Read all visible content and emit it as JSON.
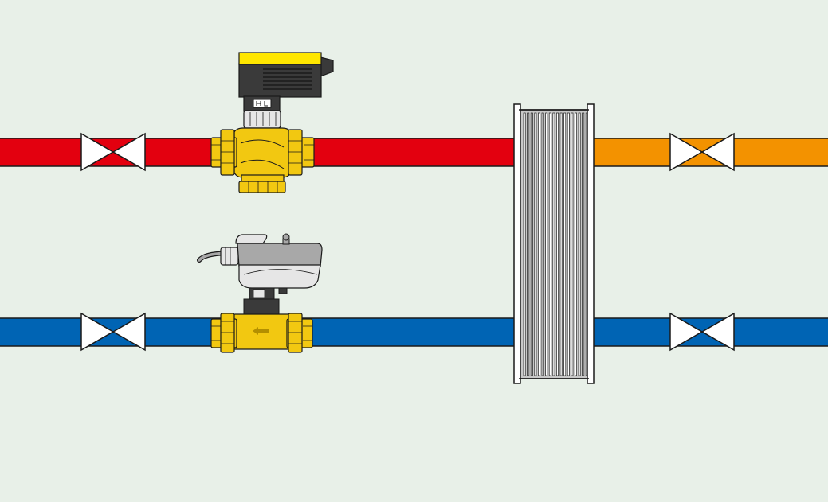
{
  "colors": {
    "background": "#e8f0e8",
    "hot_supply": "#e3000f",
    "warm_return": "#f39200",
    "cold": "#0064b4",
    "outline": "#1a1a1a",
    "brass": "#f2c811",
    "brass_dark": "#b38f00",
    "actuator_yellow": "#ffe600",
    "actuator_dark": "#3a3a3a",
    "actuator_grey": "#a8a8a8",
    "actuator_light": "#e6e6e6",
    "exchanger_plate": "#c8c8c8",
    "valve_fill": "#ffffff"
  },
  "components": {
    "pipes": [
      "hot-supply-pipe",
      "warm-return-pipe",
      "cold-pipe-left",
      "cold-pipe-right"
    ],
    "isolation_valves": [
      "isolation-valve-hot-left",
      "isolation-valve-warm-right",
      "isolation-valve-cold-left",
      "isolation-valve-cold-right"
    ],
    "control_valves": [
      "three-way-control-valve",
      "two-way-zone-valve"
    ],
    "exchanger": "plate-heat-exchanger"
  }
}
